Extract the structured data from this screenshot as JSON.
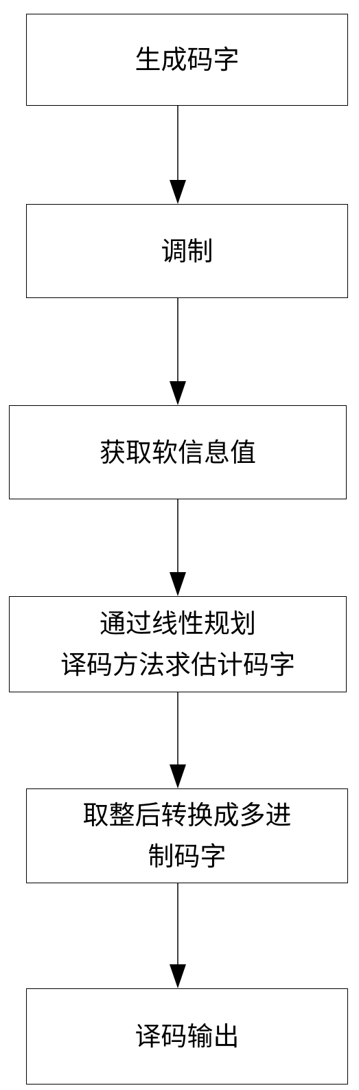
{
  "flowchart": {
    "steps": [
      {
        "id": "generate-codeword",
        "label": "生成码字"
      },
      {
        "id": "modulation",
        "label": "调制"
      },
      {
        "id": "get-soft-info",
        "label": "获取软信息值"
      },
      {
        "id": "lp-decode-estimate",
        "label": "通过线性规划\n译码方法求估计码字"
      },
      {
        "id": "round-convert",
        "label": "取整后转换成多进\n制码字"
      },
      {
        "id": "decode-output",
        "label": "译码输出"
      }
    ],
    "colors": {
      "stroke": "#000000",
      "fill": "#ffffff",
      "text": "#000000"
    }
  }
}
